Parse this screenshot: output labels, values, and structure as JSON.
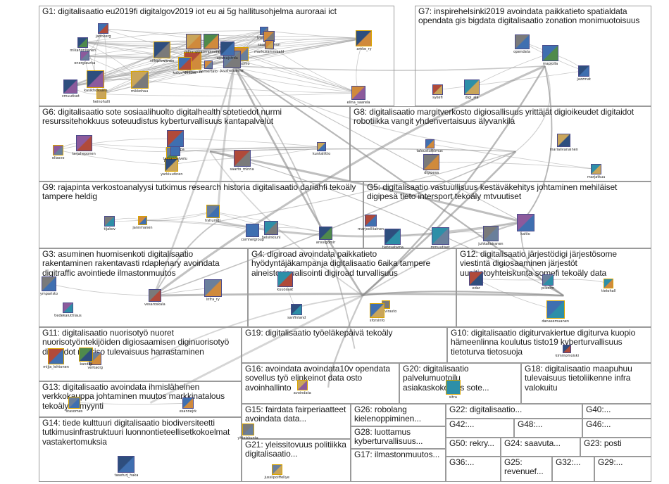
{
  "groups": [
    {
      "id": "G1",
      "label": "G1: digitalisaatio eu2019fi digitalgov2019 iot eu ai 5g hallitusohjelma auroraai ict"
    },
    {
      "id": "G7",
      "label": "G7: inspirehelsinki2019 avoindata paikkatieto spatialdata opendata gis bigdata digitalisaatio zonation monimuotoisuus"
    },
    {
      "id": "G6",
      "label": "G6: digitalisaatio sote sosiaalihuolto digitalhealth sotetiedot nurmi resurssitehokkuus soteuudistus kyberturvallisuus kantapalvelut"
    },
    {
      "id": "G8",
      "label": "G8: digitalisaatio margitverkosto digiosallisuus yrittäjät digioikeudet digitaidot robotiikka vangit yhdenvertaisuus älyvankila"
    },
    {
      "id": "G9",
      "label": "G9: rajapinta verkostoanalyysi tutkimus research historia digitalisaatio dariahfi tekoäly tampere heldig"
    },
    {
      "id": "G5",
      "label": "G5: digitalisaatio vastuullisuus kestäväkehitys johtaminen mehiläiset digipesä tieto intersport tekoäly mtvuutiset"
    },
    {
      "id": "G3",
      "label": "G3: asuminen huomisenkoti digitalisaatio rakentaminen rakentavasti rdaplenary avoindata digitraffic avointiede ilmastonmuutos"
    },
    {
      "id": "G4",
      "label": "G4: digiroad avoindata paikkatieto hyödyntäjäkampanja digitalisaatio 6aika tampere aineistovisualisointi digiroad turvallisuus"
    },
    {
      "id": "G12",
      "label": "G12: digitalisaatio järjestödigi järjestösome viestintä digiosaaminen järjestöt uusitietoyhteiskunta somefi tekoäly data"
    },
    {
      "id": "G11",
      "label": "G11: digitalisaatio nuorisotyö nuoret nuorisotyöntekijöiden digiosaamisen diginuorisotyö digitaidot nuoriso tulevaisuus harrastaminen"
    },
    {
      "id": "G19",
      "label": "G19: digitalisaatio työeläkepäivä tekoäly"
    },
    {
      "id": "G10",
      "label": "G10: digitalisaatio digiturvakiertue digiturva kuopio hämeenlinna koulutus tisto19 kyberturvallisuus tietoturva tietosuoja"
    },
    {
      "id": "G16",
      "label": "G16: avoindata avoindata10v opendata sovellus työ elinkeinot data osto avoinhallinto"
    },
    {
      "id": "G20",
      "label": "G20: digitalisaatio palvelumuotoilu asiakaskokemus sote..."
    },
    {
      "id": "G18",
      "label": "G18: digitalisaatio maapuhuu tulevaisuus tietoliikenne infra valokuitu"
    },
    {
      "id": "G13",
      "label": "G13: digitalisaatio avoindata ihmisläheinen verkkokauppa johtaminen muutos markkinatalous tekoäly ai myynti"
    },
    {
      "id": "G15",
      "label": "G15: fairdata fairperiaatteet avoindata data..."
    },
    {
      "id": "G26",
      "label": "G26: robolang kielenoppiminen..."
    },
    {
      "id": "G22",
      "label": "G22: digitalisaatio..."
    },
    {
      "id": "G40",
      "label": "G40:..."
    },
    {
      "id": "G42",
      "label": "G42:..."
    },
    {
      "id": "G48",
      "label": "G48:..."
    },
    {
      "id": "G46",
      "label": "G46:..."
    },
    {
      "id": "G28",
      "label": "G28: luottamus kyberturvallisuus..."
    },
    {
      "id": "G14",
      "label": "G14: tiede kulttuuri digitalisaatio biodiversiteetti tutkimusinfrastruktuuri luonnontieteellisetkokoelmat vastakertomuksia"
    },
    {
      "id": "G21",
      "label": "G21: yleissitovuus politiikka digitalisaatio..."
    },
    {
      "id": "G17",
      "label": "G17: ilmastonmuutos..."
    },
    {
      "id": "G50",
      "label": "G50: rekry..."
    },
    {
      "id": "G24",
      "label": "G24: saavuta..."
    },
    {
      "id": "G23",
      "label": "G23: posti"
    },
    {
      "id": "G36",
      "label": "G36:..."
    },
    {
      "id": "G25",
      "label": "G25: revenuef..."
    },
    {
      "id": "G32",
      "label": "G32:..."
    },
    {
      "id": "G29",
      "label": "G29:..."
    }
  ],
  "nodes": [
    {
      "g": "G1",
      "label": "nomertalo"
    },
    {
      "g": "G1",
      "label": "mikahonkanen"
    },
    {
      "g": "G1",
      "label": "entersenior"
    },
    {
      "g": "G1",
      "label": "vmuutiset"
    },
    {
      "g": "G1",
      "label": "55suomo"
    },
    {
      "g": "G1",
      "label": "mikkohau"
    },
    {
      "g": "G1",
      "label": "jvanazor"
    },
    {
      "g": "G1",
      "label": "sampimaak"
    },
    {
      "g": "G1",
      "label": "saanaviunun"
    },
    {
      "g": "G1",
      "label": "juusheisanne"
    },
    {
      "g": "G1",
      "label": "jahnkerg"
    },
    {
      "g": "G1",
      "label": "elina_saarela"
    },
    {
      "g": "G1",
      "label": "energiaurka"
    },
    {
      "g": "G1",
      "label": "amke_ry"
    },
    {
      "g": "G1",
      "label": "kotus_dedore"
    },
    {
      "g": "G1",
      "label": "markusammeald"
    },
    {
      "g": "G1",
      "label": "heinohulli"
    },
    {
      "g": "G1",
      "label": "mimmppu"
    },
    {
      "g": "G1",
      "label": "emmajstrda"
    },
    {
      "g": "G1",
      "label": "kasikhoksalla"
    },
    {
      "g": "G1",
      "label": "villeplowanen"
    },
    {
      "g": "G7",
      "label": "sykefi"
    },
    {
      "g": "G7",
      "label": "digi_ala"
    },
    {
      "g": "G7",
      "label": "opendata"
    },
    {
      "g": "G7",
      "label": "mapjolla"
    },
    {
      "g": "G7",
      "label": "jazzmat"
    },
    {
      "g": "G6",
      "label": "tarjaheponen"
    },
    {
      "g": "G6",
      "label": "kombirapa"
    },
    {
      "g": "G6",
      "label": "eliasvo"
    },
    {
      "g": "G6",
      "label": "saarto_minna"
    },
    {
      "g": "G6",
      "label": "kuntaliitto"
    },
    {
      "g": "G6",
      "label": "business"
    },
    {
      "g": "G6",
      "label": "yarkiuutinen"
    },
    {
      "g": "G6",
      "label": "tamanpalvelu"
    },
    {
      "g": "G8",
      "label": "taloustutkimus"
    },
    {
      "g": "G8",
      "label": "mariaiivanainen"
    },
    {
      "g": "G8",
      "label": "digipesa"
    },
    {
      "g": "G8",
      "label": "marjatkuu"
    },
    {
      "g": "G9",
      "label": "anssigomir"
    },
    {
      "g": "G9",
      "label": "helsinkiuni"
    },
    {
      "g": "G9",
      "label": "hyhumdi"
    },
    {
      "g": "G9",
      "label": "jannmanen"
    },
    {
      "g": "G9",
      "label": "tijakov"
    },
    {
      "g": "G9",
      "label": "comhelgroup"
    },
    {
      "g": "G5",
      "label": "mmuutiset"
    },
    {
      "g": "G5",
      "label": "marjoolliiainen"
    },
    {
      "g": "G5",
      "label": "kaitio"
    },
    {
      "g": "G5",
      "label": "tietosatama"
    },
    {
      "g": "G5",
      "label": "juhkakoiranen"
    },
    {
      "g": "G3",
      "label": "vesaroskala"
    },
    {
      "g": "G3",
      "label": "tiedekaluttilaus"
    },
    {
      "g": "G3",
      "label": "infra_ry"
    },
    {
      "g": "G3",
      "label": "ymparisto"
    },
    {
      "g": "G4",
      "label": "vaylavirasto"
    },
    {
      "g": "G4",
      "label": "sforsinfo"
    },
    {
      "g": "G4",
      "label": "sanfinland"
    },
    {
      "g": "G4",
      "label": "kuuosaat"
    },
    {
      "g": "G12",
      "label": "edar"
    },
    {
      "g": "G12",
      "label": "danasemuanen"
    },
    {
      "g": "G12",
      "label": "tietohall"
    },
    {
      "g": "G12",
      "label": "pilsotm"
    },
    {
      "g": "G11",
      "label": "verkaoig"
    },
    {
      "g": "G11",
      "label": "mijja_lehtonen"
    },
    {
      "g": "G11",
      "label": "kandigi"
    },
    {
      "g": "G13",
      "label": "esannejrk"
    },
    {
      "g": "G13",
      "label": "stasomes"
    },
    {
      "g": "G10",
      "label": "kimmomoiski"
    },
    {
      "g": "G16",
      "label": "avoindata"
    },
    {
      "g": "G20",
      "label": "sitra"
    },
    {
      "g": "G15",
      "label": "yhteiskunta"
    },
    {
      "g": "G14",
      "label": "taseturj_haka"
    },
    {
      "g": "G21",
      "label": "jussilpoiffellye"
    }
  ]
}
